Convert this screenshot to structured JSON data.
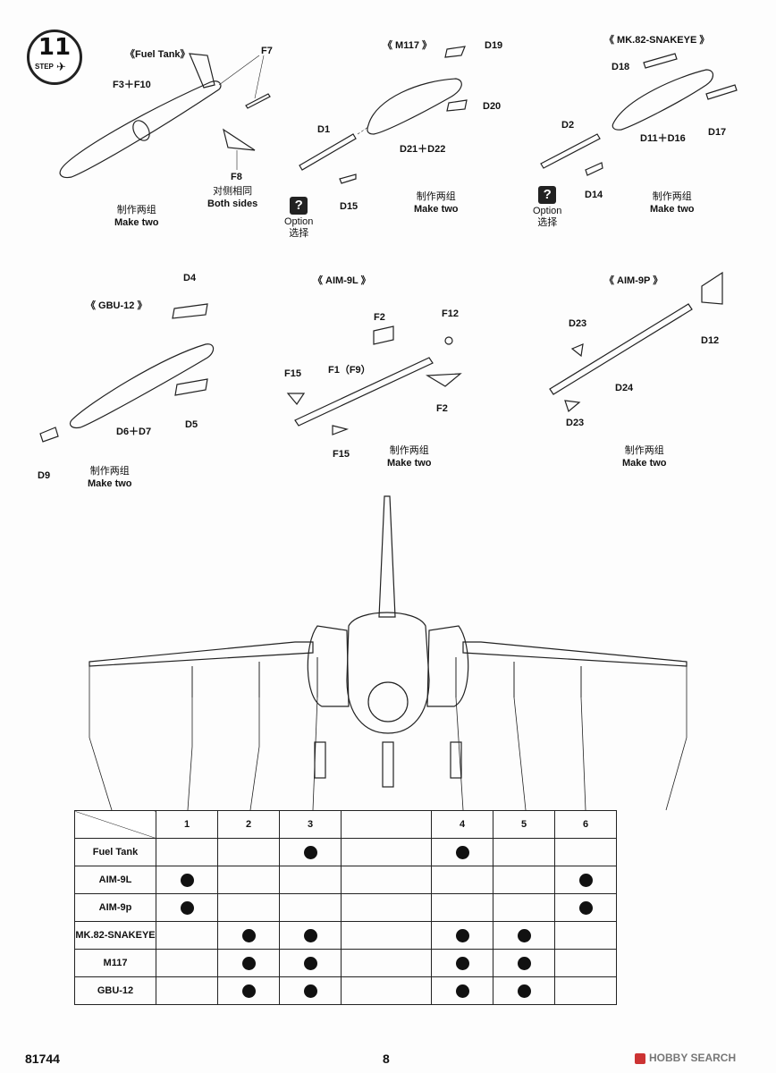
{
  "step": {
    "label": "STEP",
    "number": "11"
  },
  "sections": {
    "fuel_tank": {
      "title": "《Fuel Tank》",
      "part_main": "F3＋F10",
      "part_fin": "F7",
      "part_pylon": "F8",
      "note_zh": "对侧相同",
      "note_en": "Both sides",
      "make_zh": "制作两组",
      "make_en": "Make two"
    },
    "m117": {
      "title": "《 M117 》",
      "p1": "D19",
      "p2": "D20",
      "p3": "D1",
      "p4": "D21＋D22",
      "p5": "D15",
      "option_en": "Option",
      "option_zh": "选择",
      "make_zh": "制作两组",
      "make_en": "Make two"
    },
    "mk82": {
      "title": "《 MK.82-SNAKEYE 》",
      "p1": "D18",
      "p2": "D17",
      "p3": "D2",
      "p4": "D11＋D16",
      "p5": "D14",
      "option_en": "Option",
      "option_zh": "选择",
      "make_zh": "制作两组",
      "make_en": "Make two"
    },
    "gbu12": {
      "title": "《 GBU-12 》",
      "p1": "D4",
      "p2": "D5",
      "p3": "D6＋D7",
      "p4": "D9",
      "make_zh": "制作两组",
      "make_en": "Make two"
    },
    "aim9l": {
      "title": "《 AIM-9L 》",
      "p1": "F2",
      "p2": "F12",
      "p3": "F1（F9）",
      "p4": "F2",
      "p5": "F15",
      "p6": "F15",
      "make_zh": "制作两组",
      "make_en": "Make two"
    },
    "aim9p": {
      "title": "《 AIM-9P 》",
      "p1": "D23",
      "p2": "D12",
      "p3": "D24",
      "p4": "D23",
      "make_zh": "制作两组",
      "make_en": "Make two"
    }
  },
  "table": {
    "columns": [
      "1",
      "2",
      "3",
      "",
      "4",
      "5",
      "6"
    ],
    "rows": [
      {
        "name": "Fuel Tank",
        "marks": [
          false,
          false,
          true,
          false,
          true,
          false,
          false
        ]
      },
      {
        "name": "AIM-9L",
        "marks": [
          true,
          false,
          false,
          false,
          false,
          false,
          true
        ]
      },
      {
        "name": "AIM-9p",
        "marks": [
          true,
          false,
          false,
          false,
          false,
          false,
          true
        ]
      },
      {
        "name": "MK.82-SNAKEYE",
        "marks": [
          false,
          true,
          true,
          false,
          true,
          true,
          false
        ]
      },
      {
        "name": "M117",
        "marks": [
          false,
          true,
          true,
          false,
          true,
          true,
          false
        ]
      },
      {
        "name": "GBU-12",
        "marks": [
          false,
          true,
          true,
          false,
          true,
          true,
          false
        ]
      }
    ]
  },
  "footer": {
    "kit_number": "81744",
    "page_number": "8",
    "watermark": "HOBBY SEARCH"
  }
}
